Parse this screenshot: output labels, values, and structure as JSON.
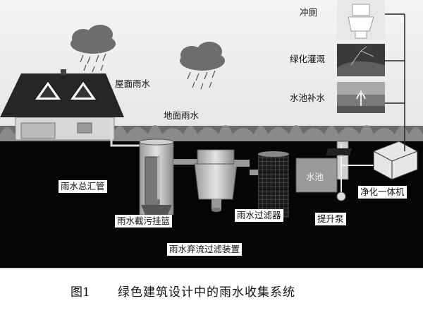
{
  "labels": {
    "toilet": "冲厕",
    "greening_irrigation": "绿化灌溉",
    "pool_replenish": "水池补水",
    "roof_rainwater": "屋面雨水",
    "ground_rainwater": "地面雨水",
    "main_downpipe": "雨水总汇管",
    "interception_basket": "雨水截污挂篮",
    "rain_filter": "雨水过滤器",
    "lift_pump": "提升泵",
    "purification_unit": "净化一体机",
    "diversion_filter_device": "雨水弃流过滤装置",
    "tank": "水池"
  },
  "caption": {
    "figure": "图1",
    "text": "绿色建筑设计中的雨水收集系统"
  }
}
